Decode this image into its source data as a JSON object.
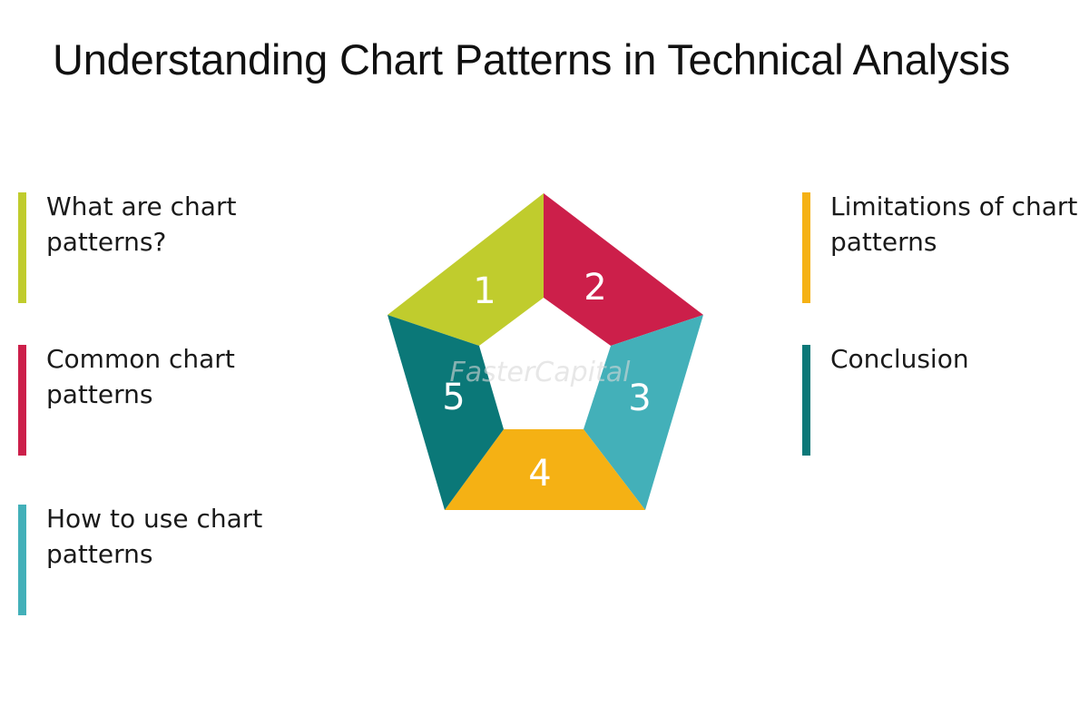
{
  "title": "Understanding Chart Patterns in Technical Analysis",
  "watermark": "FasterCapital",
  "colors": {
    "lime": "#c0cc2d",
    "crimson": "#cc1f4a",
    "teal_light": "#43b0b9",
    "amber": "#f5b114",
    "teal_dark": "#0b7878"
  },
  "items": [
    {
      "number": "1",
      "label": "What are chart patterns?",
      "color": "#c0cc2d"
    },
    {
      "number": "2",
      "label": "Common chart patterns",
      "color": "#cc1f4a"
    },
    {
      "number": "3",
      "label": "How to use chart patterns",
      "color": "#43b0b9"
    },
    {
      "number": "4",
      "label": "Limitations of chart patterns",
      "color": "#f5b114"
    },
    {
      "number": "5",
      "label": "Conclusion",
      "color": "#0b7878"
    }
  ]
}
